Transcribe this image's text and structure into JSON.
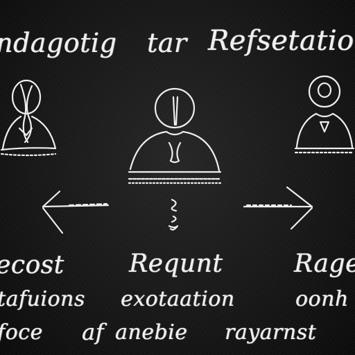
{
  "title": {
    "left": "ndagotig",
    "middle": "tar",
    "right": "Refsetation"
  },
  "labels": {
    "row1": [
      "ecost",
      "Requnt",
      "Rage"
    ],
    "row2": [
      "tafuions",
      "exotaation",
      "oonh"
    ],
    "row3": [
      "foce",
      "af",
      "anebie",
      "rayarnst"
    ]
  },
  "icons": [
    "person-left-icon",
    "person-center-icon",
    "person-right-icon",
    "arrow-left-icon",
    "squiggle-icon",
    "arrow-right-icon"
  ]
}
